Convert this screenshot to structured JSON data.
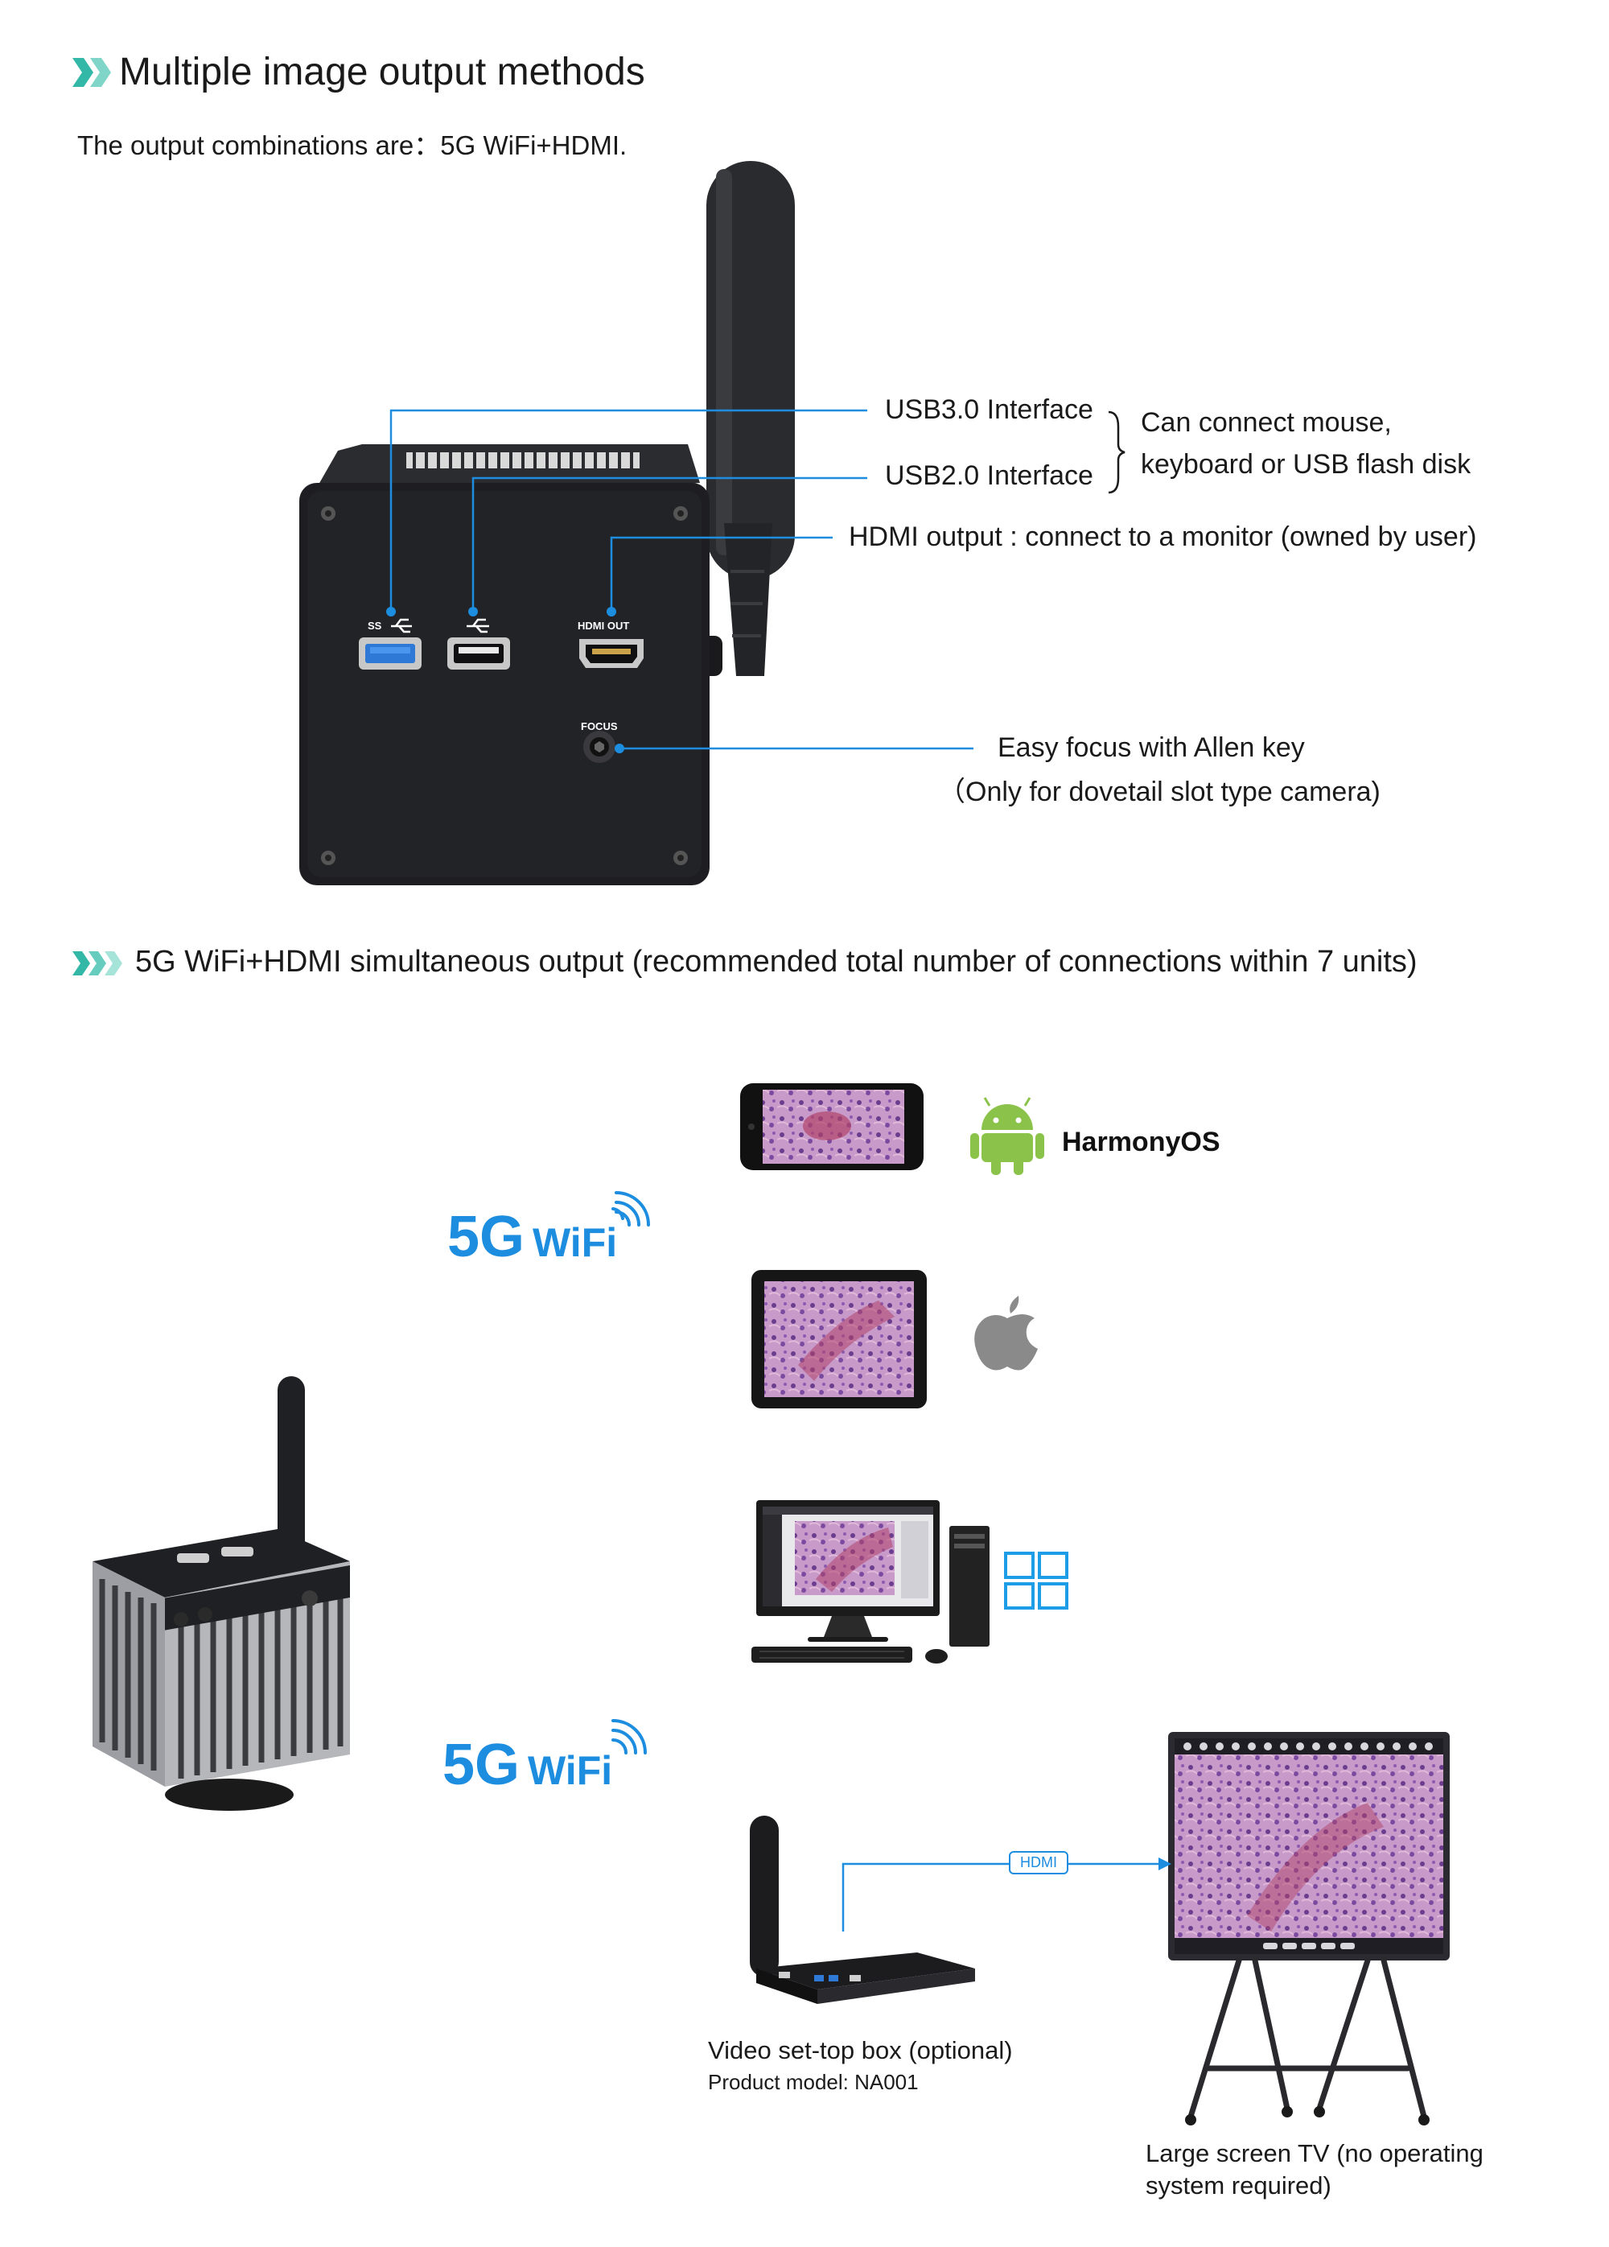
{
  "section1": {
    "title": "Multiple image output methods",
    "subtitle": "The output combinations are：5G WiFi+HDMI."
  },
  "camera_ports": {
    "usb3_mark": "SS",
    "hdmi_mark": "HDMI OUT",
    "focus_mark": "FOCUS"
  },
  "callouts": {
    "usb3": "USB3.0 Interface",
    "usb2": "USB2.0 Interface",
    "usb_note_line1": "Can connect mouse,",
    "usb_note_line2": "keyboard or USB flash disk",
    "hdmi": "HDMI output : connect to a monitor (owned by user)",
    "focus_line1": "Easy focus with Allen key",
    "focus_line2": "（Only for dovetail slot type camera)"
  },
  "section2": {
    "title": "5G WiFi+HDMI simultaneous output (recommended total number of connections within 7 units)"
  },
  "wifi_badges": {
    "top_big": "5G",
    "top_small": "WiFi",
    "bottom_big": "5G",
    "bottom_small": "WiFi"
  },
  "os": {
    "harmony": "HarmonyOS"
  },
  "hdmi_link": "HDMI",
  "stb": {
    "caption": "Video set-top box (optional)",
    "model": "Product model: NA001"
  },
  "tv": {
    "caption_line1": "Large screen TV (no operating",
    "caption_line2": "system required)"
  },
  "colors": {
    "accent": "#1d8de0",
    "chevron": "#33b8a8",
    "body": "#1a1a1a",
    "device": "#1e1e22"
  }
}
